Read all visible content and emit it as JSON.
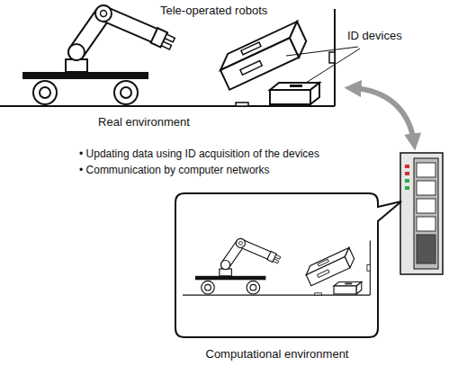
{
  "diagram": {
    "labels": [
      "Tele-operated robots",
      "ID devices",
      "Real environment",
      "• Updating data using ID acquisition of the devices",
      "• Communication by computer networks",
      "Computational environment"
    ]
  }
}
